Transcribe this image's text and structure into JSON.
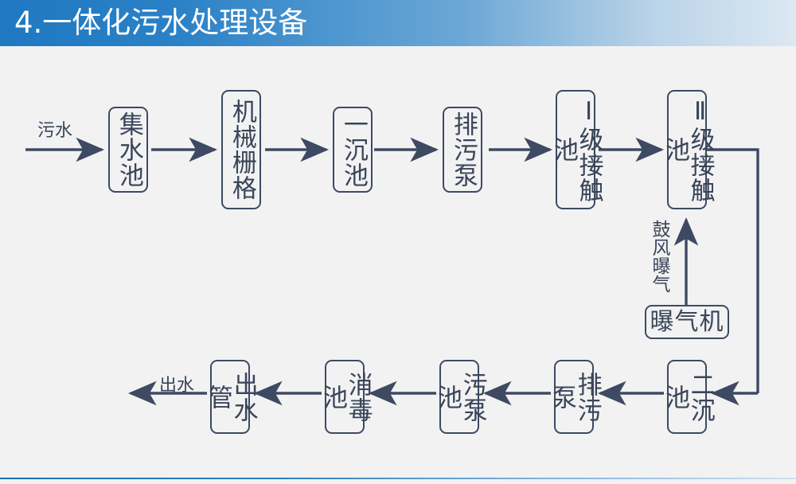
{
  "slide": {
    "title": "4.一体化污水处理设备",
    "accent_color": "#1f78c1",
    "line_color": "#3e4a62",
    "text_color": "#3a4559",
    "background_color": "#f2f2f3"
  },
  "diagram": {
    "type": "process-flow",
    "inflow_label": "污水",
    "outflow_label": "出水",
    "aeration_label": "鼓风曝气",
    "top_row": [
      {
        "id": "node-collection-tank",
        "label": "集水池"
      },
      {
        "id": "node-mechanical-grate",
        "label": "机械栅格"
      },
      {
        "id": "node-primary-settler",
        "label": "一沉池"
      },
      {
        "id": "node-sewage-pump-top",
        "label": "排污泵"
      },
      {
        "id": "node-contact-tank-1",
        "label": "Ⅰ级接触池"
      },
      {
        "id": "node-contact-tank-2",
        "label": "Ⅱ级接触池"
      }
    ],
    "bottom_row": [
      {
        "id": "node-outlet-pipe",
        "label": "出水管"
      },
      {
        "id": "node-disinfection-tank",
        "label": "消毒池"
      },
      {
        "id": "node-sludge-pump-tank",
        "label": "污泵池"
      },
      {
        "id": "node-sewage-pump-bottom",
        "label": "排污泵"
      },
      {
        "id": "node-secondary-settler",
        "label": "二沉池"
      }
    ],
    "side_equipment": [
      {
        "id": "node-aerator",
        "label": "曝气机"
      }
    ],
    "flow_sequence": [
      "污水",
      "集水池",
      "机械栅格",
      "一沉池",
      "排污泵",
      "Ⅰ级接触池",
      "Ⅱ级接触池",
      "二沉池",
      "排污泵",
      "污泵池",
      "消毒池",
      "出水管",
      "出水"
    ]
  }
}
